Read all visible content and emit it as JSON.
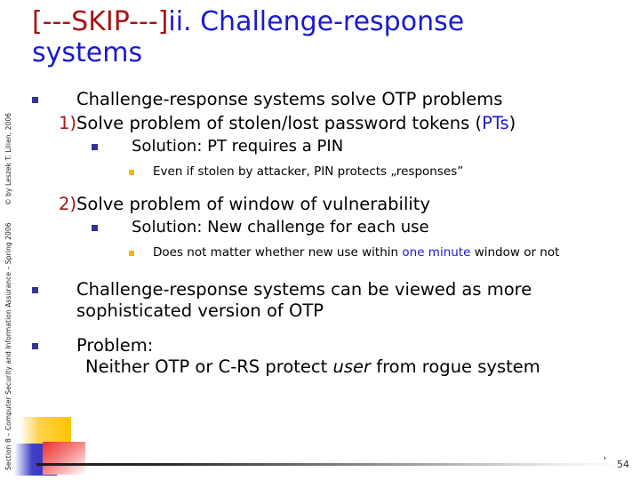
{
  "slide": {
    "title_skip": "[---SKIP---]",
    "title_main": "ii. Challenge-response systems",
    "number": "54",
    "number_tick": "'"
  },
  "sidebar": {
    "copyright": "© by Leszek T. Lilien, 2006",
    "section": "Section 8 – Computer Security and Information Assurance – Spring 2006"
  },
  "body": {
    "b1": "Challenge-response systems solve OTP problems",
    "n1_marker": "1)",
    "n1_text_a": "Solve problem of stolen/lost password tokens (",
    "n1_token": "PTs",
    "n1_text_b": ")",
    "b1_sub1": "Solution: PT requires a PIN",
    "b1_sub1_sub": "Even if stolen by attacker, PIN protects „responses”",
    "n2_marker": "2)",
    "n2_text": "Solve problem of window of vulnerability",
    "b2_sub1": "Solution: New challenge for each use",
    "b2_sub1_sub_a": "Does not matter whether new use within ",
    "b2_sub1_token": "one minute",
    "b2_sub1_sub_b": " window or not",
    "b3": "Challenge-response systems can be viewed as more sophisticated version of OTP",
    "b4": "Problem:",
    "b4_line_a": "Neither OTP or C-RS protect ",
    "b4_line_italic": "user",
    "b4_line_b": " from rogue system"
  },
  "colors": {
    "title_blue": "#1a1ad0",
    "skip_red": "#a81414",
    "bullet_blue": "#333399",
    "bullet_gold": "#f2b800",
    "deco_gold": "#ffc400",
    "deco_blue": "#3333bb",
    "deco_red": "#ee3030"
  }
}
